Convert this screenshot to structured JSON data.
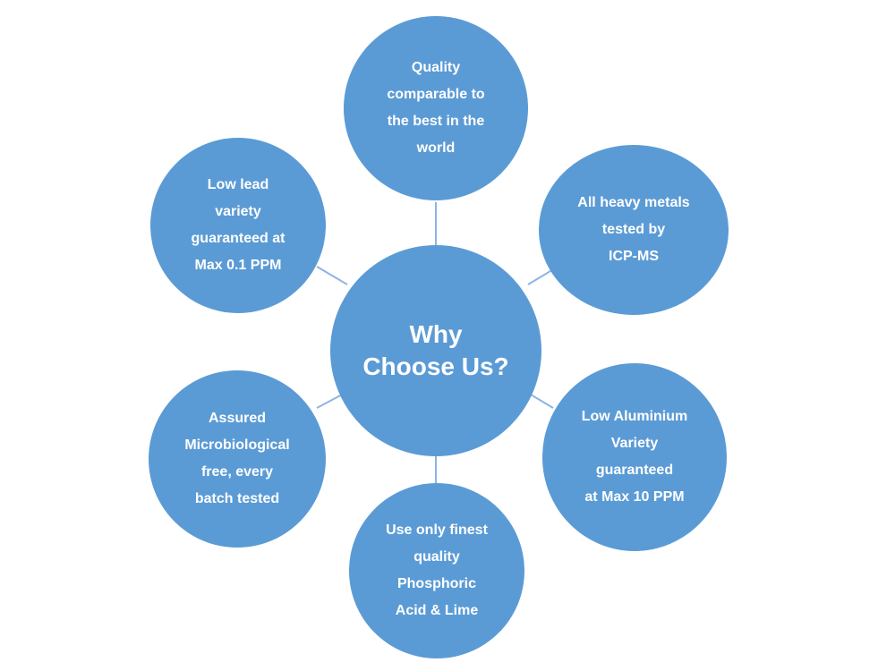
{
  "diagram": {
    "center": {
      "lines": [
        "Why",
        "Choose Us?"
      ]
    },
    "nodes": [
      {
        "id": "top",
        "lines": [
          "Quality",
          "comparable to",
          "the best in the",
          "world"
        ]
      },
      {
        "id": "upper-right",
        "lines": [
          "All heavy metals",
          "tested by",
          "ICP-MS"
        ]
      },
      {
        "id": "lower-right",
        "lines": [
          "Low Aluminium",
          "Variety",
          "guaranteed",
          "at Max 10 PPM"
        ]
      },
      {
        "id": "bottom",
        "lines": [
          "Use only finest",
          "quality",
          "Phosphoric",
          "Acid & Lime"
        ]
      },
      {
        "id": "lower-left",
        "lines": [
          "Assured",
          "Microbiological",
          "free, every",
          "batch tested"
        ]
      },
      {
        "id": "upper-left",
        "lines": [
          "Low lead",
          "variety",
          "guaranteed at",
          "Max 0.1 PPM"
        ]
      }
    ],
    "colors": {
      "node_fill": "#5b9bd5",
      "text": "#ffffff",
      "connector": "#8eb4e3"
    }
  }
}
